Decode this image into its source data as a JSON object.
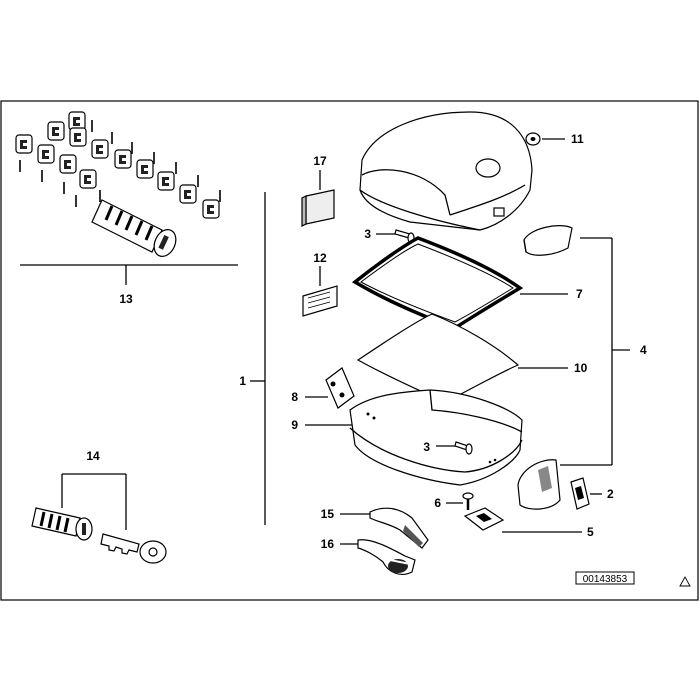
{
  "diagram": {
    "drawing_number": "00143853",
    "callouts": {
      "c1": "1",
      "c2": "2",
      "c3a": "3",
      "c3b": "3",
      "c4": "4",
      "c5": "5",
      "c6": "6",
      "c7": "7",
      "c8": "8",
      "c9": "9",
      "c10": "10",
      "c11": "11",
      "c12": "12",
      "c13": "13",
      "c14": "14",
      "c15": "15",
      "c16": "16",
      "c17": "17"
    }
  }
}
